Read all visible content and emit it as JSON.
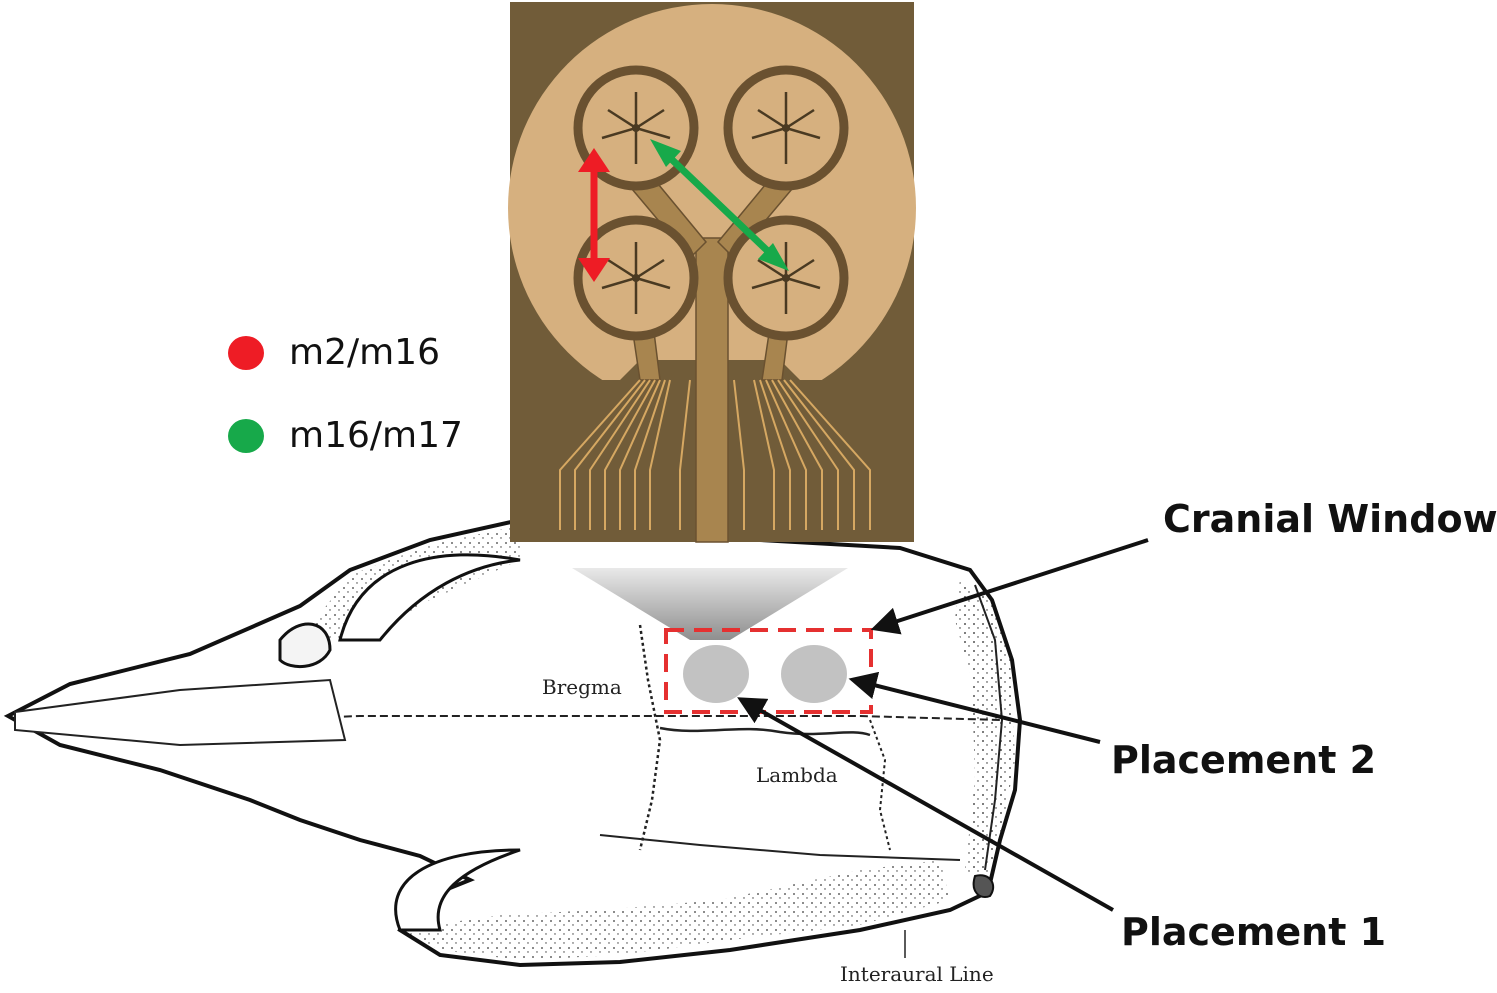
{
  "legend": {
    "items": [
      {
        "label": "m2/m16",
        "color": "#ee1c25"
      },
      {
        "label": "m16/m17",
        "color": "#17a94a"
      }
    ]
  },
  "callouts": {
    "cranial_window": "Cranial Window",
    "placement_2": "Placement 2",
    "placement_1": "Placement 1"
  },
  "skull_labels": {
    "bregma": "Bregma",
    "lambda": "Lambda",
    "interaural_line": "Interaural Line"
  },
  "colors": {
    "array_background": "#715c39",
    "array_disc": "#d6b07f",
    "electrode_trace": "#8a6a3a",
    "window_outline": "#e53030",
    "placement_spot": "#c2c2c2"
  }
}
